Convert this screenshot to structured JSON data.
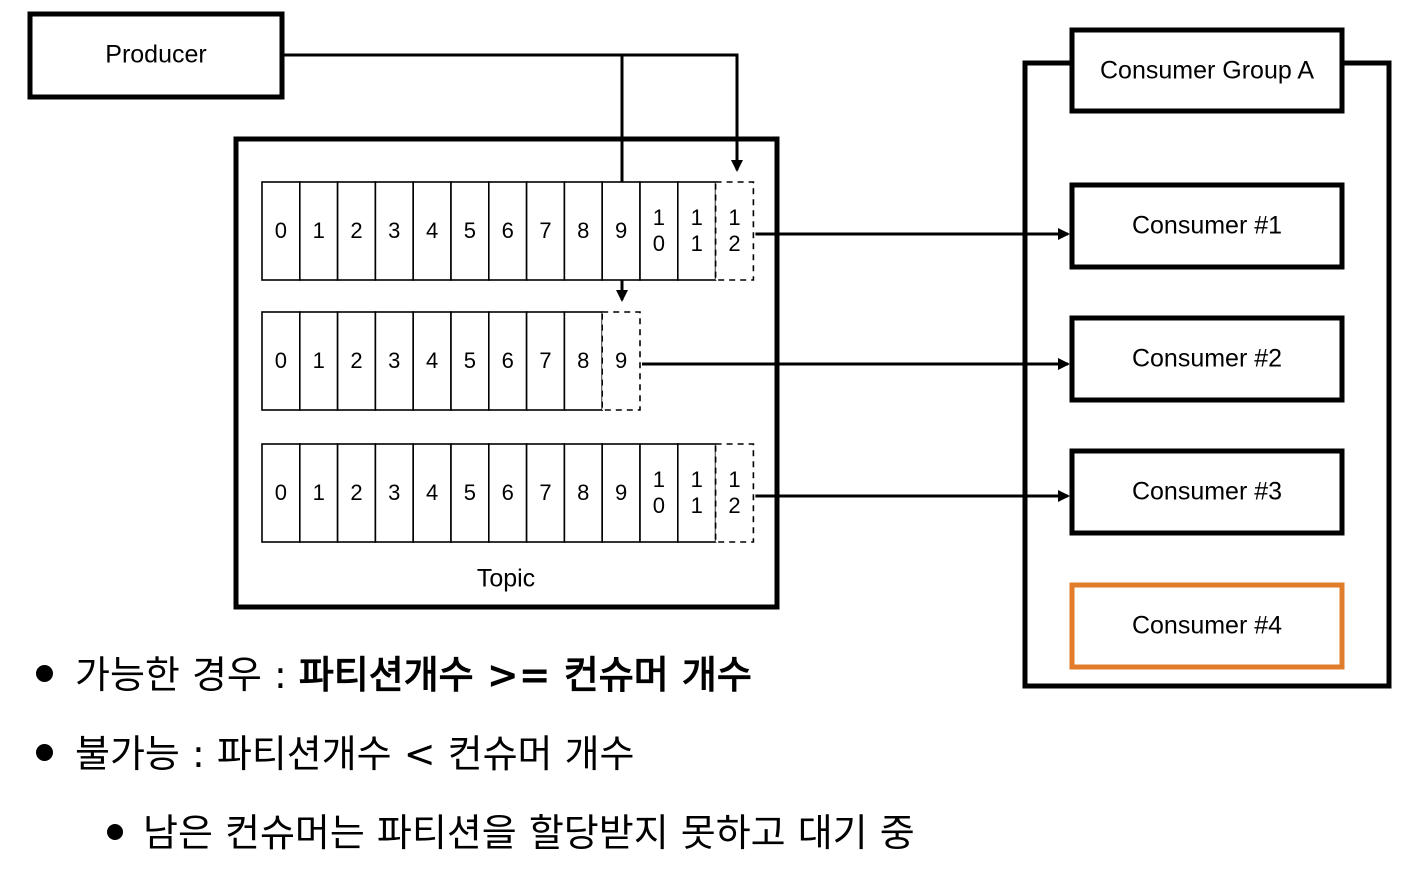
{
  "producer": {
    "label": "Producer"
  },
  "topic": {
    "label": "Topic",
    "partitions": [
      {
        "cells": [
          "0",
          "1",
          "2",
          "3",
          "4",
          "5",
          "6",
          "7",
          "8",
          "9",
          "10",
          "11"
        ],
        "pending": "12"
      },
      {
        "cells": [
          "0",
          "1",
          "2",
          "3",
          "4",
          "5",
          "6",
          "7",
          "8"
        ],
        "pending": "9"
      },
      {
        "cells": [
          "0",
          "1",
          "2",
          "3",
          "4",
          "5",
          "6",
          "7",
          "8",
          "9",
          "10",
          "11"
        ],
        "pending": "12"
      }
    ]
  },
  "consumer_group": {
    "label": "Consumer Group A",
    "consumers": [
      {
        "label": "Consumer #1",
        "assigned": true
      },
      {
        "label": "Consumer #2",
        "assigned": true
      },
      {
        "label": "Consumer #3",
        "assigned": true
      },
      {
        "label": "Consumer #4",
        "assigned": false
      }
    ]
  },
  "colors": {
    "idle_consumer": "#e07c2a",
    "line": "#000000"
  },
  "notes": {
    "possible_prefix": "가능한 경우 : ",
    "possible_bold": "파티션개수 >= 컨슈머 개수",
    "impossible": "불가능 : 파티션개수 < 컨슈머 개수",
    "waiting": "남은 컨슈머는 파티션을 할당받지 못하고 대기 중"
  }
}
